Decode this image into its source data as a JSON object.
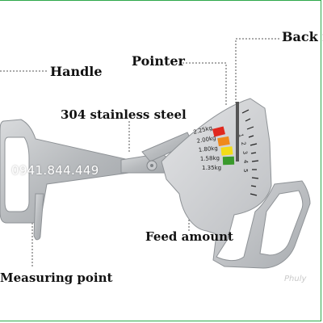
{
  "labels": {
    "handle": "Handle",
    "pointer": "Pointer",
    "back": "Back r",
    "steel": "304 stainless steel",
    "feed": "Feed amount",
    "measuring": "Measuring point"
  },
  "watermark_phone": "0941.844.449",
  "watermark_logo": "Phuly",
  "scale_values": [
    "2.25kg",
    "2.00kg",
    "1.80kg",
    "1.58kg",
    "1.35kg"
  ],
  "dial_numbers": [
    "1",
    "2",
    "3",
    "4",
    "5"
  ],
  "colors": {
    "steel": "#b9bcbf",
    "steel_dark": "#8e9296",
    "band_red": "#e0281e",
    "band_orange": "#f08a1c",
    "band_yellow": "#f2dc18",
    "band_green": "#3a9a2c"
  }
}
